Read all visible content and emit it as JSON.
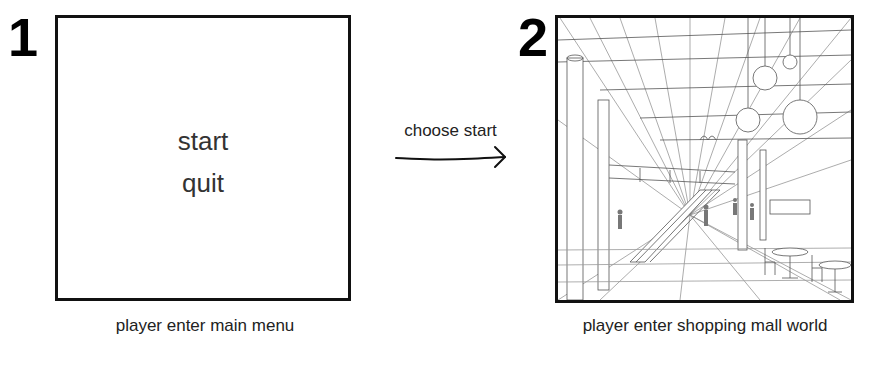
{
  "diagram": {
    "nodes": [
      {
        "text": [
          "1",
          "start",
          "quit"
        ]
      },
      {
        "text": [
          "2"
        ]
      }
    ],
    "edges": [
      {
        "from": 0,
        "to": 1,
        "label": "choose start",
        "arrow": "to"
      }
    ],
    "labels": [
      "player enter main menu",
      "player enter shopping mall world"
    ]
  }
}
